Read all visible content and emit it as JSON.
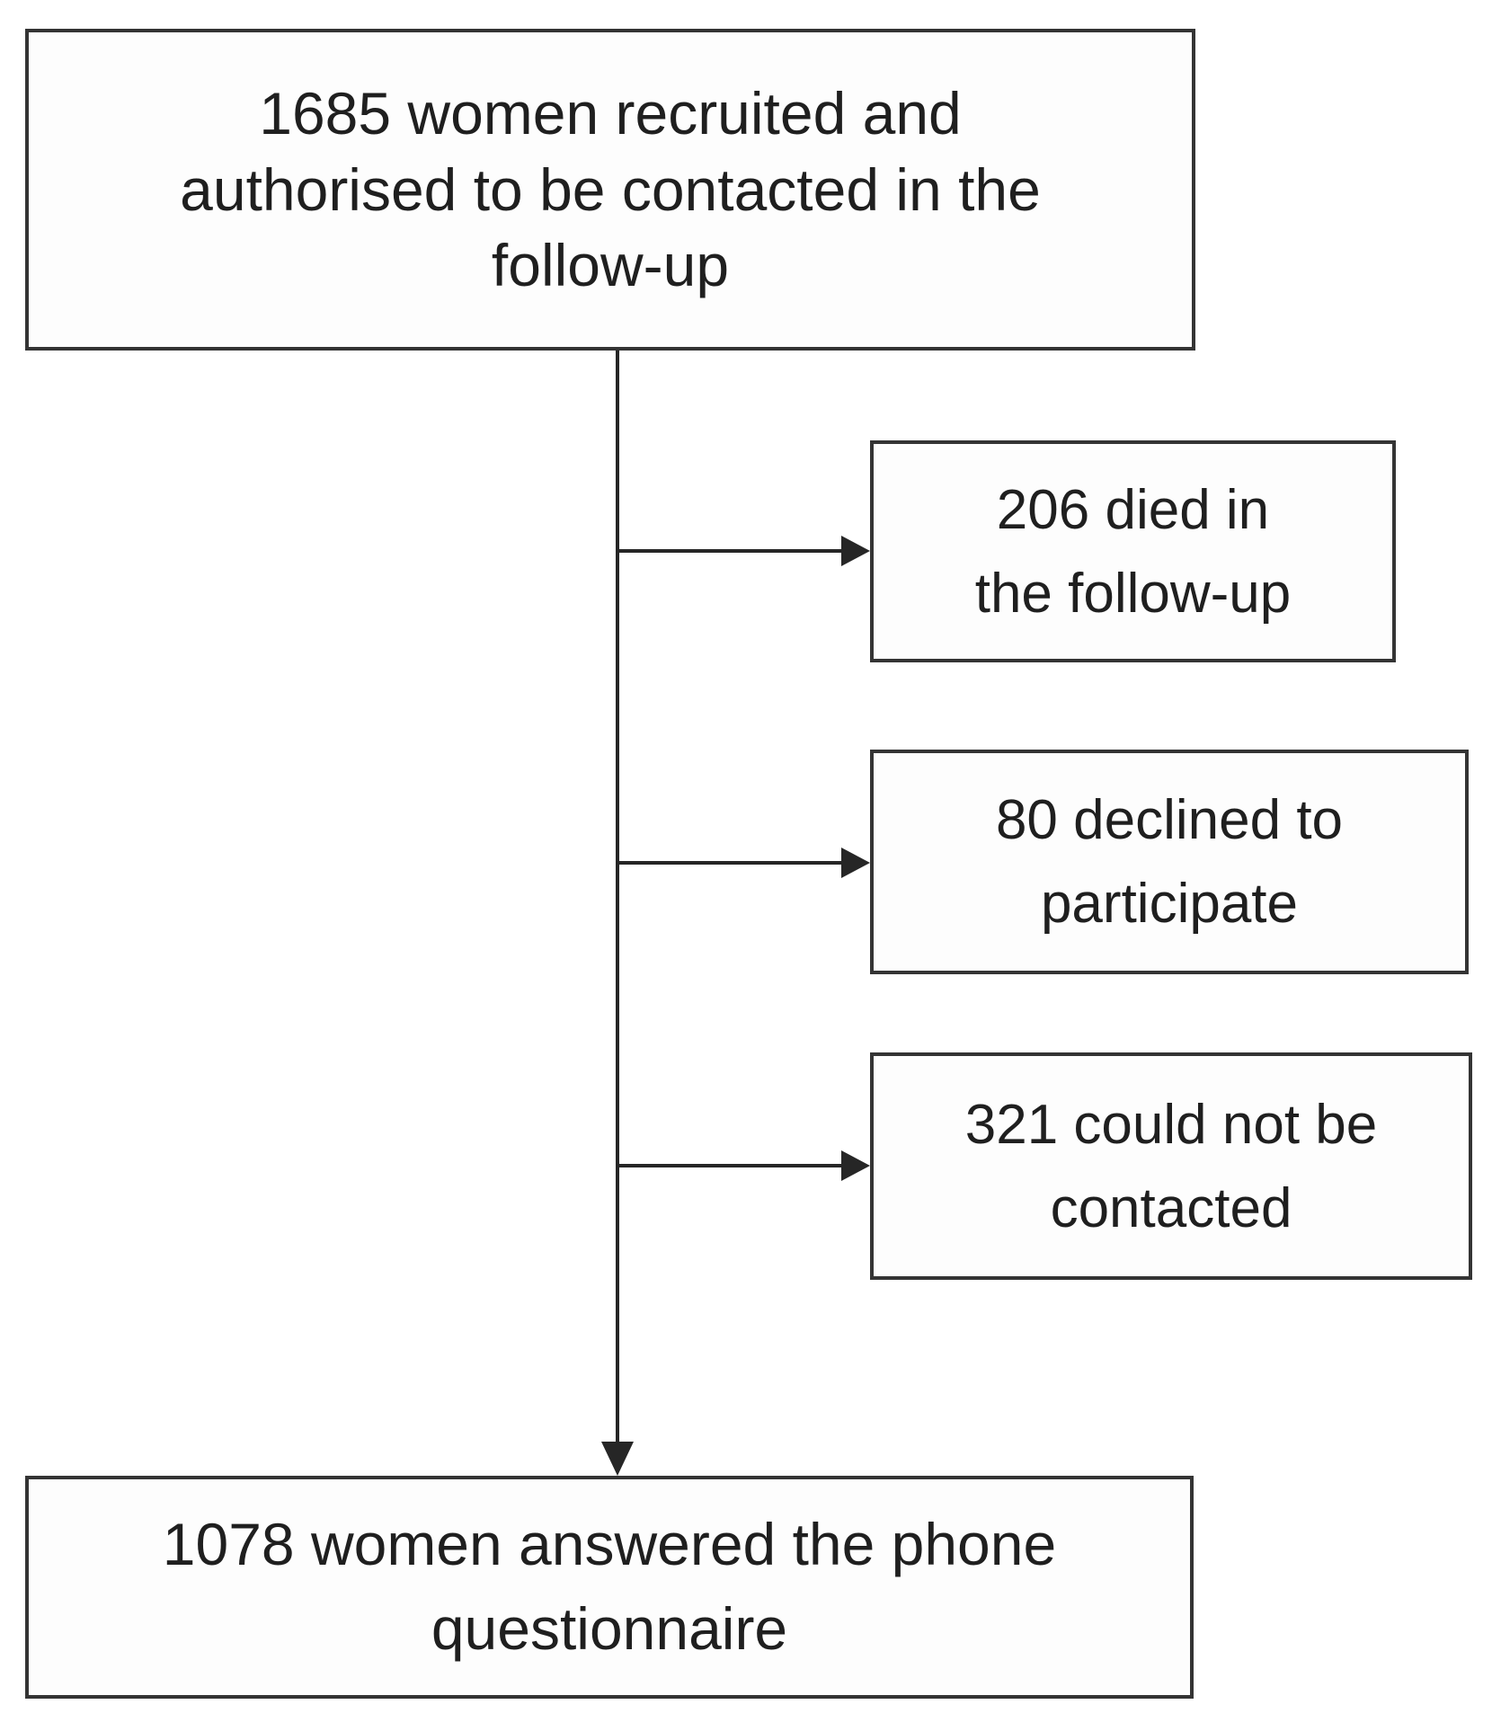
{
  "diagram": {
    "type": "flowchart",
    "nodes": [
      {
        "id": "recruited",
        "text": "1685 women recruited and authorised to be contacted in the follow-up",
        "count": 1685,
        "lines": [
          "1685 women recruited and",
          "authorised to be contacted in the",
          "follow-up"
        ]
      },
      {
        "id": "died",
        "text": "206 died in the follow-up",
        "count": 206,
        "lines": [
          "206 died in",
          "the follow-up"
        ]
      },
      {
        "id": "declined",
        "text": "80 declined to participate",
        "count": 80,
        "lines": [
          "80 declined to",
          "participate"
        ]
      },
      {
        "id": "not-contacted",
        "text": "321 could not be contacted",
        "count": 321,
        "lines": [
          "321 could not be",
          "contacted"
        ]
      },
      {
        "id": "answered",
        "text": "1078 women answered the phone questionnaire",
        "count": 1078,
        "lines": [
          "1078 women answered the phone",
          "questionnaire"
        ]
      }
    ],
    "edges": [
      {
        "from": "recruited",
        "to": "died"
      },
      {
        "from": "recruited",
        "to": "declined"
      },
      {
        "from": "recruited",
        "to": "not-contacted"
      },
      {
        "from": "recruited",
        "to": "answered"
      }
    ],
    "colors": {
      "line": "#262626",
      "border": "#343434",
      "text": "#1f1f1f",
      "background": "#ffffff",
      "box_fill": "#fdfdfd"
    }
  }
}
